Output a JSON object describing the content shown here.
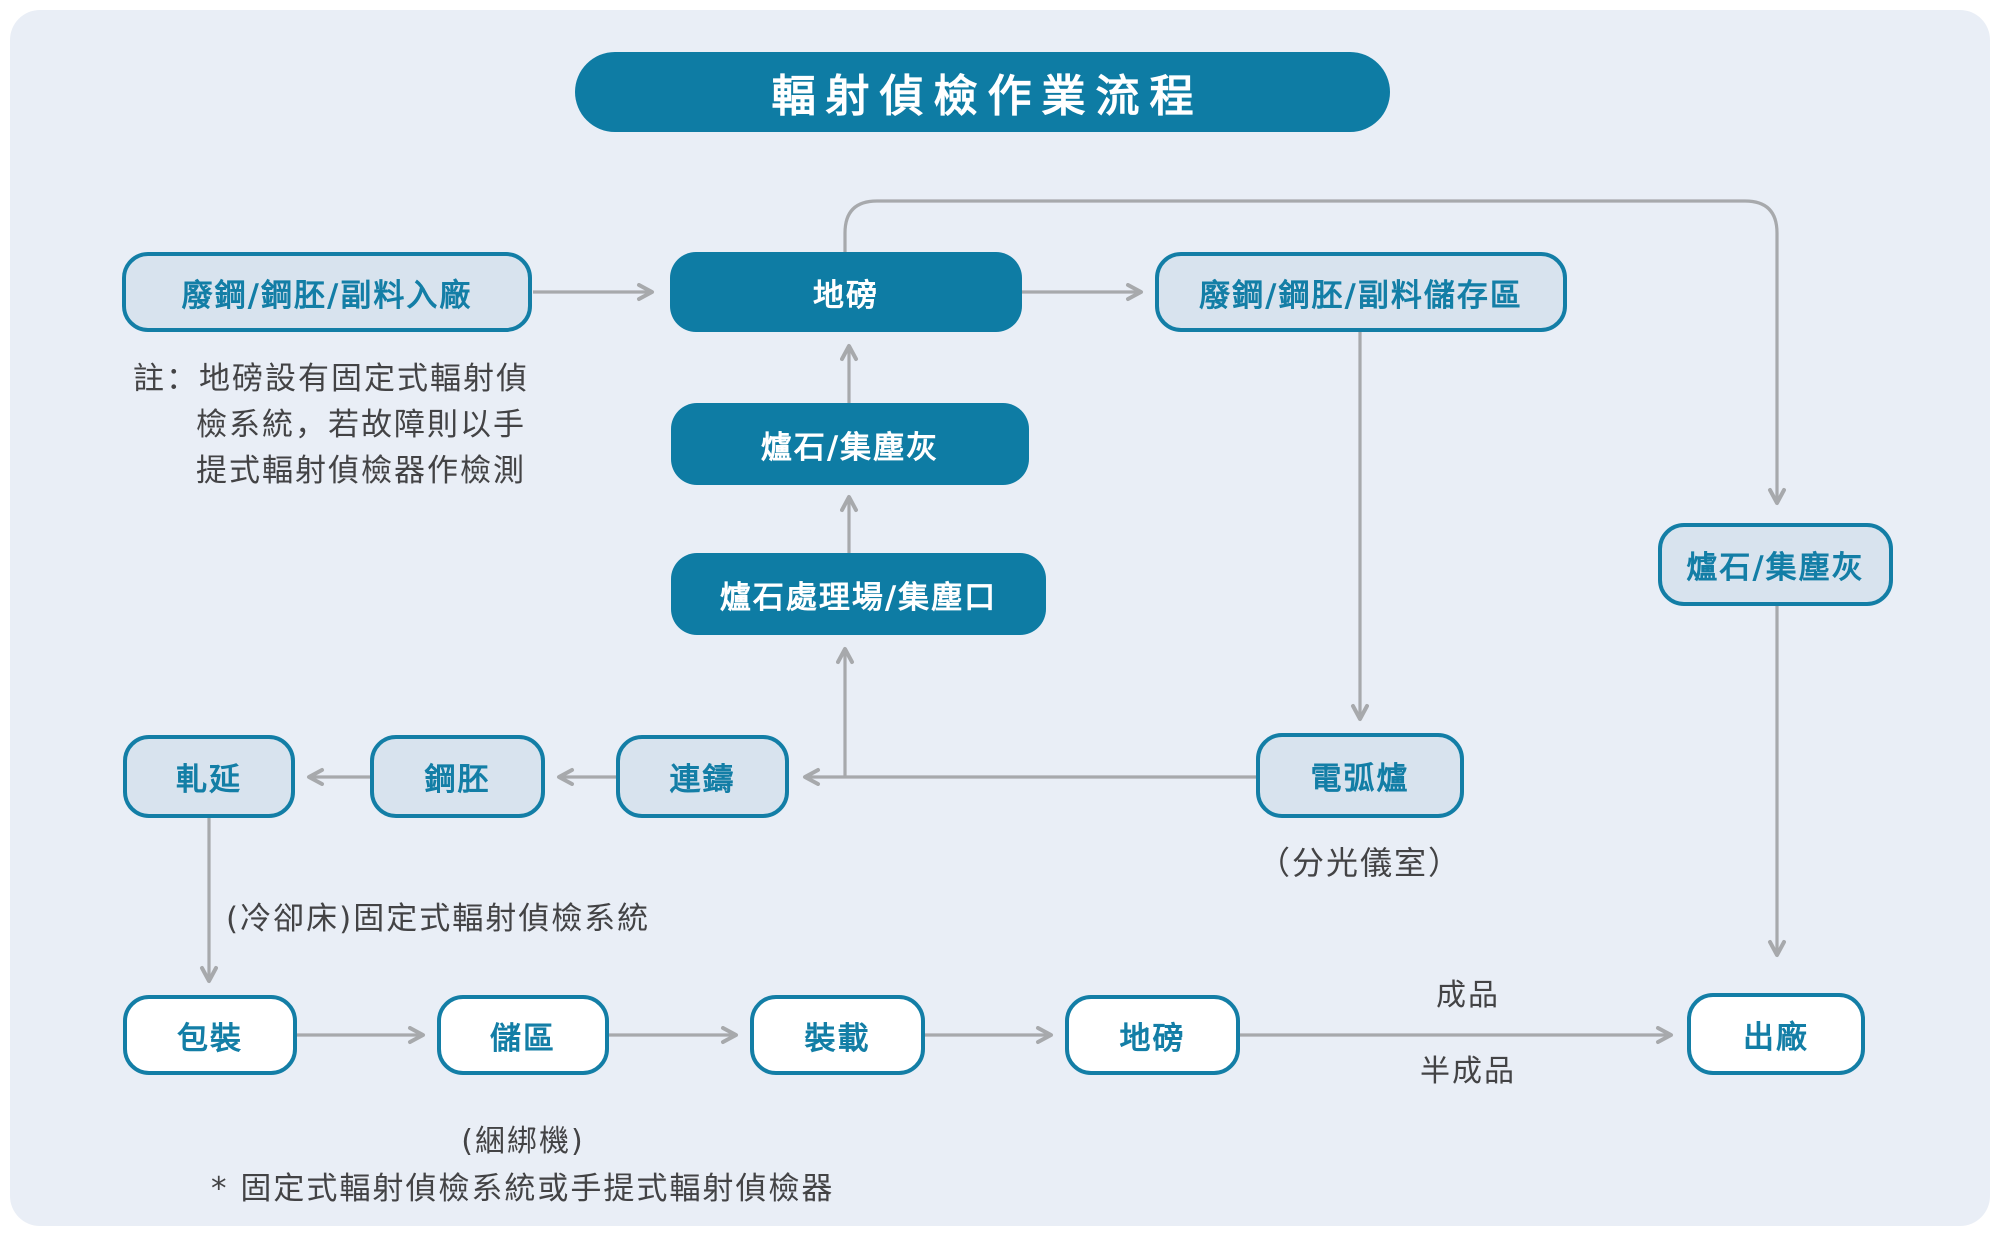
{
  "title": "輻射偵檢作業流程",
  "colors": {
    "panel_background": "#e9eef6",
    "dark_node_fill": "#0e7ca4",
    "light_node_fill": "#d8e3ee",
    "white_node_fill": "#ffffff",
    "node_border": "#137ea6",
    "node_text_teal": "#137ea6",
    "node_text_white": "#ffffff",
    "arrow": "#a7a9ac",
    "annotation_text": "#434345"
  },
  "nodes": {
    "entry": {
      "label": "廢鋼/鋼胚/副料入廠"
    },
    "scale_top": {
      "label": "地磅"
    },
    "storage_zone": {
      "label": "廢鋼/鋼胚/副料儲存區"
    },
    "slag_dust_center": {
      "label": "爐石/集塵灰"
    },
    "slag_plant": {
      "label": "爐石處理場/集塵口"
    },
    "slag_dust_right": {
      "label": "爐石/集塵灰"
    },
    "rolling": {
      "label": "軋延"
    },
    "billet": {
      "label": "鋼胚"
    },
    "casting": {
      "label": "連鑄"
    },
    "eaf": {
      "label": "電弧爐"
    },
    "packing": {
      "label": "包裝"
    },
    "stock_area": {
      "label": "儲區"
    },
    "loading": {
      "label": "裝載"
    },
    "scale_bottom": {
      "label": "地磅"
    },
    "shipping": {
      "label": "出廠"
    }
  },
  "annotations": {
    "note_line1": "註：地磅設有固定式輻射偵",
    "note_line2": "檢系統，若故障則以手",
    "note_line3": "提式輻射偵檢器作檢測",
    "spectrometer_room": "（分光儀室）",
    "cooling_bed": "(冷卻床)固定式輻射偵檢系統",
    "finished_goods": "成品",
    "semi_finished_goods": "半成品",
    "strapping_machine": "(綑綁機)",
    "footnote": "* 固定式輻射偵檢系統或手提式輻射偵檢器"
  }
}
